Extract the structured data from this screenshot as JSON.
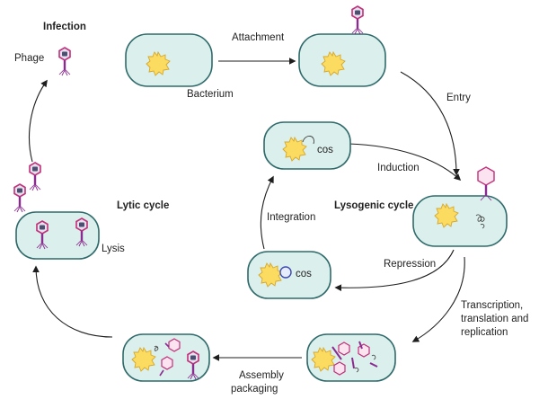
{
  "labels": {
    "infection": "Infection",
    "phage": "Phage",
    "attachment": "Attachment",
    "bacterium": "Bacterium",
    "entry": "Entry",
    "cos_top": "cos",
    "induction": "Induction",
    "lysogenic_cycle": "Lysogenic cycle",
    "lytic_cycle": "Lytic cycle",
    "integration": "Integration",
    "lysis": "Lysis",
    "repression": "Repression",
    "cos_bottom": "cos",
    "transcription_1": "Transcription,",
    "transcription_2": "translation and",
    "transcription_3": "replication",
    "assembly": "Assembly",
    "packaging": "packaging"
  },
  "colors": {
    "cell_fill": "#dbefec",
    "cell_stroke": "#2f6a6b",
    "sun_fill": "#fbdc60",
    "sun_stroke": "#d6a72a",
    "phage_head": "#c1307a",
    "phage_tail": "#8a2b8f",
    "arrow": "#1e1e1e"
  }
}
